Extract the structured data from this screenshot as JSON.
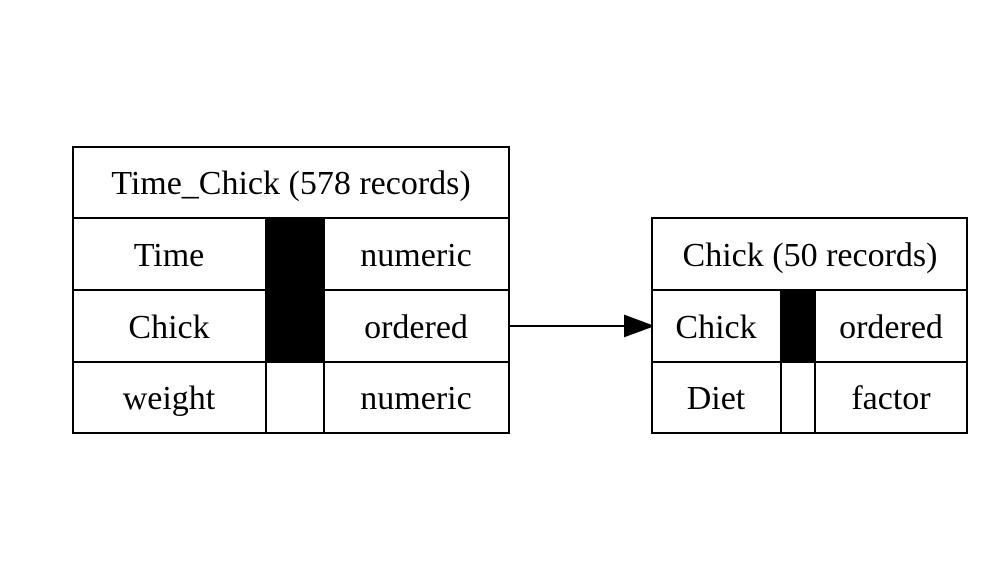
{
  "tables": [
    {
      "id": "time_chick",
      "title": "Time_Chick (578 records)",
      "rows": [
        {
          "name": "Time",
          "key": true,
          "type": "numeric"
        },
        {
          "name": "Chick",
          "key": true,
          "type": "ordered"
        },
        {
          "name": "weight",
          "key": false,
          "type": "numeric"
        }
      ]
    },
    {
      "id": "chick",
      "title": "Chick (50 records)",
      "rows": [
        {
          "name": "Chick",
          "key": true,
          "type": "ordered"
        },
        {
          "name": "Diet",
          "key": false,
          "type": "factor"
        }
      ]
    }
  ],
  "relations": [
    {
      "from_table": "time_chick",
      "from_field": "Chick",
      "to_table": "chick",
      "to_field": "Chick"
    }
  ]
}
